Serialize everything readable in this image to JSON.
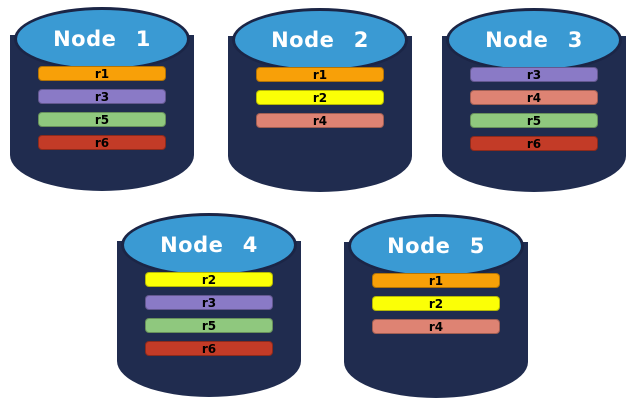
{
  "diagram": {
    "description": "Five database nodes showing replica placement",
    "colors": {
      "node_body": "#202C4F",
      "node_top": "#3A9AD3",
      "node_top_stroke": "#1B2546",
      "node_label_text": "#FFFFFF",
      "replica_label_text": "#000000"
    },
    "palette": {
      "r1": "#F8A008",
      "r2": "#FBFF06",
      "r3": "#8A7AC6",
      "r4": "#DE8373",
      "r5": "#8FC87E",
      "r6": "#C33B27"
    },
    "nodes": [
      {
        "label": "Node 1",
        "replicas": [
          "r1",
          "r3",
          "r5",
          "r6"
        ]
      },
      {
        "label": "Node 2",
        "replicas": [
          "r1",
          "r2",
          "r4"
        ]
      },
      {
        "label": "Node 3",
        "replicas": [
          "r3",
          "r4",
          "r5",
          "r6"
        ]
      },
      {
        "label": "Node 4",
        "replicas": [
          "r2",
          "r3",
          "r5",
          "r6"
        ]
      },
      {
        "label": "Node 5",
        "replicas": [
          "r1",
          "r2",
          "r4"
        ]
      }
    ]
  }
}
